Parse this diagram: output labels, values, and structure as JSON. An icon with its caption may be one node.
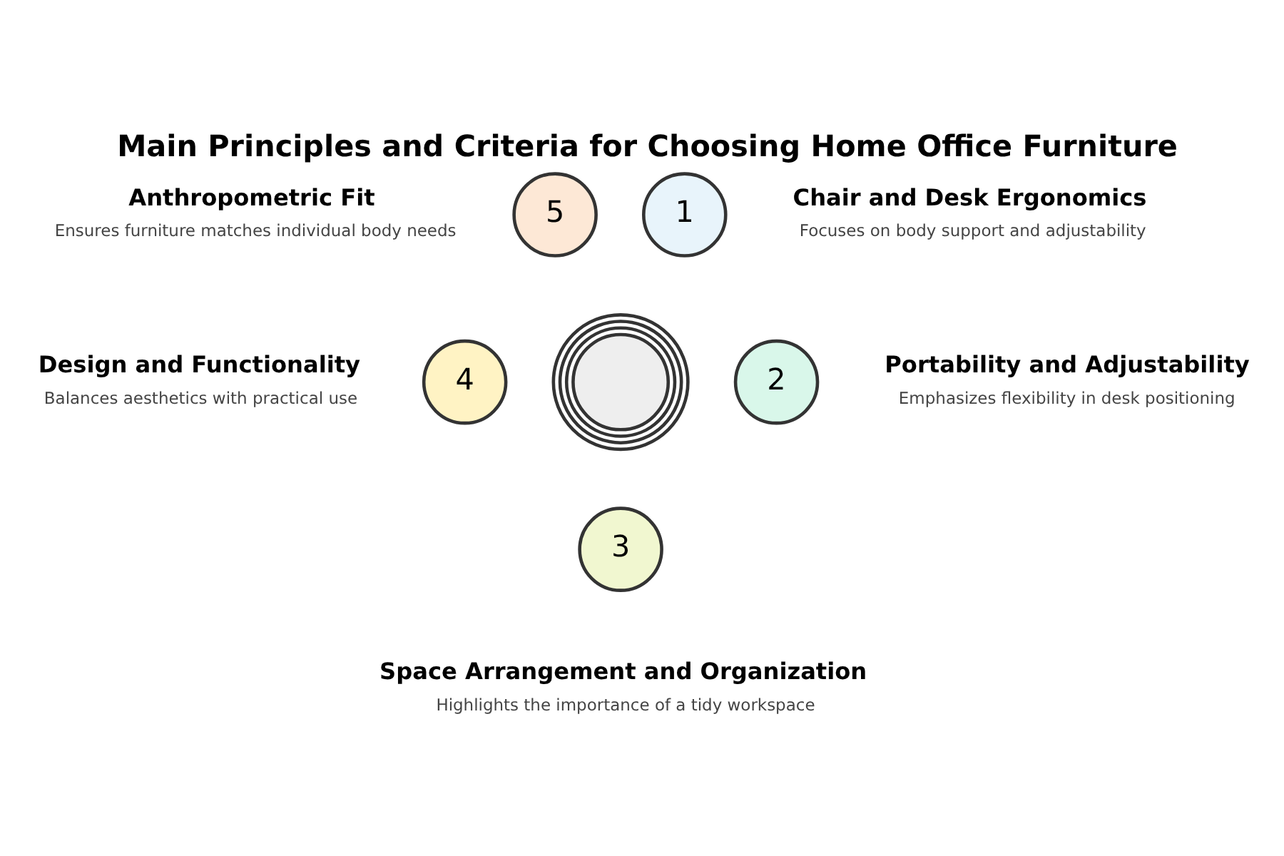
{
  "diagram": {
    "title": "Main Principles and Criteria for Choosing Home Office Furniture",
    "nodes": [
      {
        "text": [],
        "shape": "picture"
      },
      {
        "text": [
          "1"
        ],
        "beside": [
          "Chair and Desk Ergonomics",
          "Focuses on body support and adjustability"
        ]
      },
      {
        "text": [
          "2"
        ],
        "beside": [
          "Portability and Adjustability",
          "Emphasizes flexibility in desk positioning"
        ]
      },
      {
        "text": [
          "3"
        ],
        "beside": [
          "Space Arrangement and Organization",
          "Highlights the importance of a tidy workspace"
        ]
      },
      {
        "text": [
          "4"
        ],
        "beside": [
          "Design and Functionality",
          "Balances aesthetics with practical use"
        ]
      },
      {
        "text": [
          "5"
        ],
        "beside": [
          "Anthropometric Fit",
          "Ensures furniture matches individual body needs"
        ]
      }
    ],
    "edges": []
  }
}
